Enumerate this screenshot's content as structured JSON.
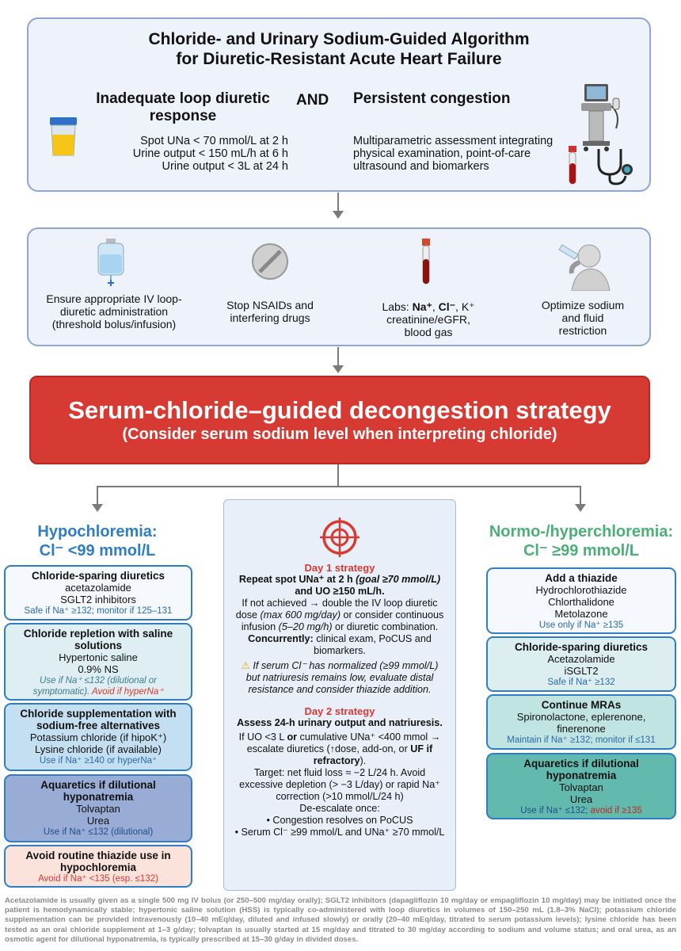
{
  "header": {
    "title_line1": "Chloride- and Urinary Sodium-Guided Algorithm",
    "title_line2": "for Diuretic-Resistant Acute Heart Failure",
    "left_title_line1": "Inadequate loop diuretic",
    "left_title_line2": "response",
    "and_label": "AND",
    "left_criteria": [
      "Spot UNa < 70 mmol/L at 2 h",
      "Urine output < 150 mL/h at 6 h",
      "Urine output < 3L at 24 h"
    ],
    "right_title": "Persistent congestion",
    "right_text": [
      "Multiparametric assessment integrating",
      "physical examination, point-of-care",
      "ultrasound and biomarkers"
    ]
  },
  "steps": {
    "s1": [
      "Ensure appropriate IV loop-",
      "diuretic administration",
      "(threshold bolus/infusion)"
    ],
    "s2": [
      "Stop NSAIDs and",
      "interfering drugs"
    ],
    "s3_line1_a": "Labs: ",
    "s3_line1_b": "Na⁺",
    "s3_line1_c": ", ",
    "s3_line1_d": "Cl⁻",
    "s3_line1_e": ", K⁺",
    "s3_line2": "creatinine/eGFR,",
    "s3_line3": "blood gas",
    "s4": [
      "Optimize sodium",
      "and fluid",
      "restriction"
    ]
  },
  "strategy": {
    "title": "Serum-chloride–guided decongestion strategy",
    "subtitle": "(Consider serum sodium level when interpreting chloride)"
  },
  "hypo": {
    "title_line1": "Hypochloremia:",
    "title_line2": "Cl⁻ <99 mmol/L",
    "boxes": [
      {
        "title": "Chloride-sparing diuretics",
        "lines": [
          "acetazolamide",
          "SGLT2 inhibitors"
        ],
        "note": "Safe if Na⁺ ≥132; monitor if 125–131"
      },
      {
        "title": "Chloride repletion with saline solutions",
        "lines": [
          "Hypertonic saline",
          "0.9% NS"
        ],
        "note_a": "Use if Na⁺ ≤132 (dilutional or symptomatic). ",
        "note_b": "Avoid if hyperNa⁺"
      },
      {
        "title": "Chloride supplementation with sodium-free alternatives",
        "lines": [
          "Potassium chloride (if hipoK⁺)",
          "Lysine chloride (if available)"
        ],
        "note": "Use if Na⁺ ≥140 or hyperNa⁺"
      },
      {
        "title": "Aquaretics if dilutional hyponatremia",
        "lines": [
          "Tolvaptan",
          "Urea"
        ],
        "note": "Use if Na⁺ ≤132 (dilutional)"
      },
      {
        "title": "Avoid routine thiazide use in hypochloremia",
        "lines": [],
        "note": "Avoid if Na⁺ <135 (esp. ≤132)"
      }
    ]
  },
  "center": {
    "day1_label": "Day 1 strategy",
    "day1_bold_a": "Repeat spot UNa⁺ at 2 h ",
    "day1_bold_b": "(goal ≥70 mmol/L)",
    "day1_bold_c": " and UO ≥150 mL/h.",
    "day1_text_a": "If not achieved → double the IV loop diuretic dose ",
    "day1_text_b": "(max 600 mg/day)",
    "day1_text_c": " or consider continuous infusion ",
    "day1_text_d": "(5–20 mg/h)",
    "day1_text_e": " or diuretic combination.",
    "conc_bold": "Concurrently:",
    "conc_text": " clinical exam, PoCUS and biomarkers.",
    "warn_text": "If serum Cl⁻ has normalized (≥99 mmol/L) but natriuresis remains low, evaluate distal resistance and consider thiazide addition.",
    "day2_label": "Day 2 strategy",
    "day2_bold": "Assess 24-h urinary output and natriuresis.",
    "day2_text_a": "If UO <3 L ",
    "day2_or": "or",
    "day2_text_b": " cumulative UNa⁺ <400 mmol → escalate diuretics (↑dose, add-on, or ",
    "day2_uf": "UF if refractory",
    "day2_text_c": ").",
    "target_text": "Target: net fluid loss ≈ −2 L/24 h. Avoid excessive depletion (> −3 L/day) or rapid Na⁺ correction (>10 mmol/L/24 h)",
    "deesc_label": "De-escalate once:",
    "bullets": [
      "• Congestion resolves on PoCUS",
      "• Serum Cl⁻ ≥99 mmol/L and UNa⁺ ≥70 mmol/L"
    ]
  },
  "normo": {
    "title_line1": "Normo-/hyperchloremia:",
    "title_line2": "Cl⁻ ≥99 mmol/L",
    "boxes": [
      {
        "title": "Add a thiazide",
        "lines": [
          "Hydrochlorothiazide",
          "Chlorthalidone",
          "Metolazone"
        ],
        "note": "Use only if Na⁺ ≥135"
      },
      {
        "title": "Chloride-sparing diuretics",
        "lines": [
          "Acetazolamide",
          "iSGLT2"
        ],
        "note": "Safe if Na⁺ ≥132"
      },
      {
        "title": "Continue MRAs",
        "lines": [
          "Spironolactone, eplerenone,",
          "finerenone"
        ],
        "note": "Maintain if Na⁺ ≥132; monitor if ≤131"
      },
      {
        "title": "Aquaretics if dilutional hyponatremia",
        "lines": [
          "Tolvaptan",
          "Urea"
        ],
        "note_a": "Use if Na⁺ ≤132; ",
        "note_b": "avoid if ≥135"
      }
    ]
  },
  "footer": "Acetazolamide is usually given as a single 500 mg IV bolus (or 250–500 mg/day orally); SGLT2 inhibitors (dapagliflozin 10 mg/day or empagliflozin 10 mg/day) may be initiated once the patient is hemodynamically stable; hypertonic saline solution (HSS) is typically co-administered with loop diuretics in volumes of 150–250 mL (1.8–3% NaCl); potassium chloride supplementation can be provided intravenously (10–40 mEq/day, diluted and infused slowly) or orally (20–40 mEq/day, titrated to serum potassium levels); lysine chloride has been tested as an oral chloride supplement at 1–3 g/day; tolvaptan is usually started at 15 mg/day and titrated to 30 mg/day according to sodium and volume status; and oral urea, as an osmotic agent for dilutional hyponatremia, is typically prescribed at 15–30 g/day in divided doses.",
  "colors": {
    "red": "#d63a33",
    "blue": "#2f7ec4",
    "green": "#4caf78",
    "panel": "#eef3fb"
  },
  "icons": [
    "urine-cup-icon",
    "ultrasound-machine-icon",
    "blood-tube-icon",
    "stethoscope-icon",
    "iv-bag-icon",
    "pill-icon",
    "lab-tube-icon",
    "person-drinking-icon",
    "target-icon",
    "warning-icon"
  ]
}
